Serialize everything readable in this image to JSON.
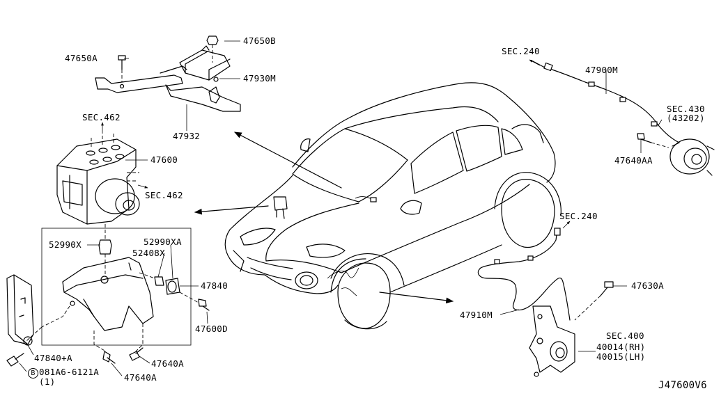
{
  "diagram_id": "J47600V6",
  "colors": {
    "line": "#000000",
    "background": "#ffffff"
  },
  "labels": {
    "p47650A": "47650A",
    "p47650B": "47650B",
    "p47930M": "47930M",
    "p47932": "47932",
    "sec462_top": "SEC.462",
    "p47600": "47600",
    "sec462_right": "SEC.462",
    "p52990X": "52990X",
    "p52990XA": "52990XA",
    "p52408X": "52408X",
    "p47840": "47840",
    "p47600D": "47600D",
    "p47840A": "47840+A",
    "bolt_circle": "B",
    "bolt_code": "081A6-6121A",
    "bolt_qty": "(1)",
    "p47640A_right": "47640A",
    "p47640A_bottom": "47640A",
    "sec240_top": "SEC.240",
    "p47900M": "47900M",
    "sec430": "SEC.430",
    "sec430_sub": "(43202)",
    "p47640AA": "47640AA",
    "sec240_mid": "SEC.240",
    "p47630A": "47630A",
    "p47910M": "47910M",
    "sec400": "SEC.400",
    "sec400_rh": "40014(RH)",
    "sec400_lh": "40015(LH)",
    "diagram_code": "J47600V6"
  }
}
